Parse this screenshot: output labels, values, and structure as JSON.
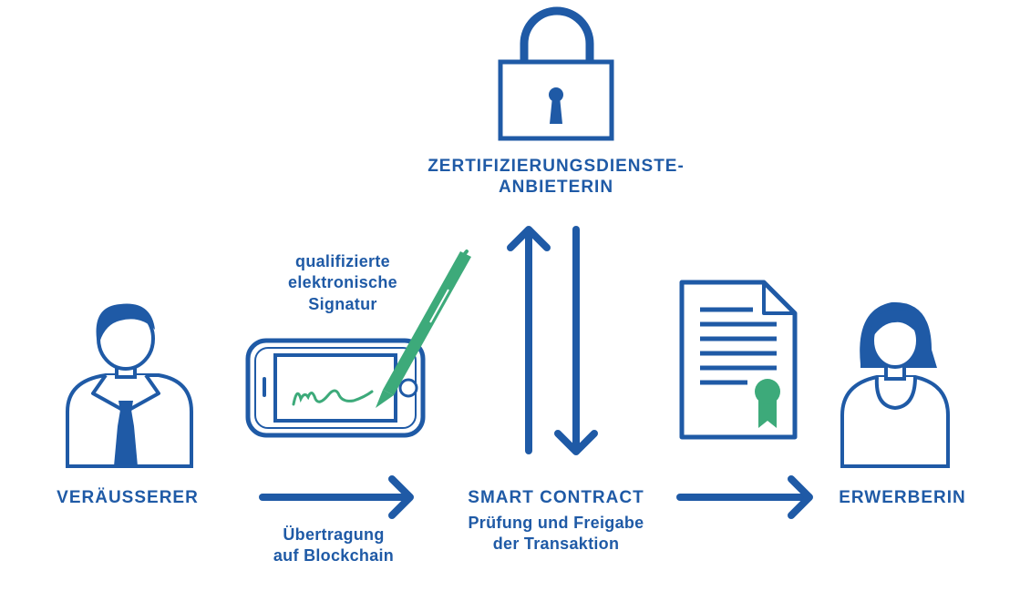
{
  "colors": {
    "blue": "#1f5aa6",
    "green": "#3daa7a",
    "white": "#ffffff"
  },
  "certification_authority": {
    "label_line1": "ZERTIFIZIERUNGSDIENSTE-",
    "label_line2": "ANBIETERIN",
    "icon": "lock-icon"
  },
  "seller": {
    "label": "VERÄUSSERER",
    "icon": "man-avatar-icon"
  },
  "buyer": {
    "label": "ERWERBERIN",
    "icon": "woman-avatar-icon"
  },
  "signature": {
    "label_line1": "qualifizierte",
    "label_line2": "elektronische",
    "label_line3": "Signatur",
    "icons": [
      "smartphone-icon",
      "pen-icon"
    ]
  },
  "transfer": {
    "label_line1": "Übertragung",
    "label_line2": "auf Blockchain"
  },
  "smart_contract": {
    "title": "SMART CONTRACT",
    "line1": "Prüfung und Freigabe",
    "line2": "der Transaktion"
  },
  "certificate_icon": "certificate-document-icon"
}
